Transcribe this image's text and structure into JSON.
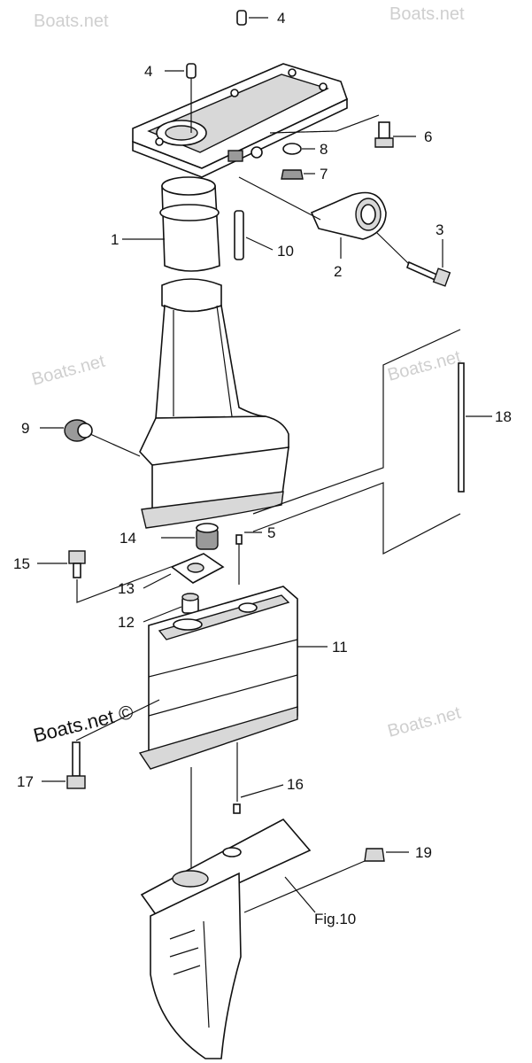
{
  "watermark": {
    "text": "Boats.net",
    "main_text": "Boats.net ©",
    "copyright_symbol": "©"
  },
  "callouts": [
    "4",
    "4",
    "6",
    "8",
    "7",
    "1",
    "10",
    "3",
    "2",
    "9",
    "18",
    "14",
    "5",
    "15",
    "13",
    "12",
    "11",
    "17",
    "16",
    "19"
  ],
  "figure_ref": "Fig.10"
}
